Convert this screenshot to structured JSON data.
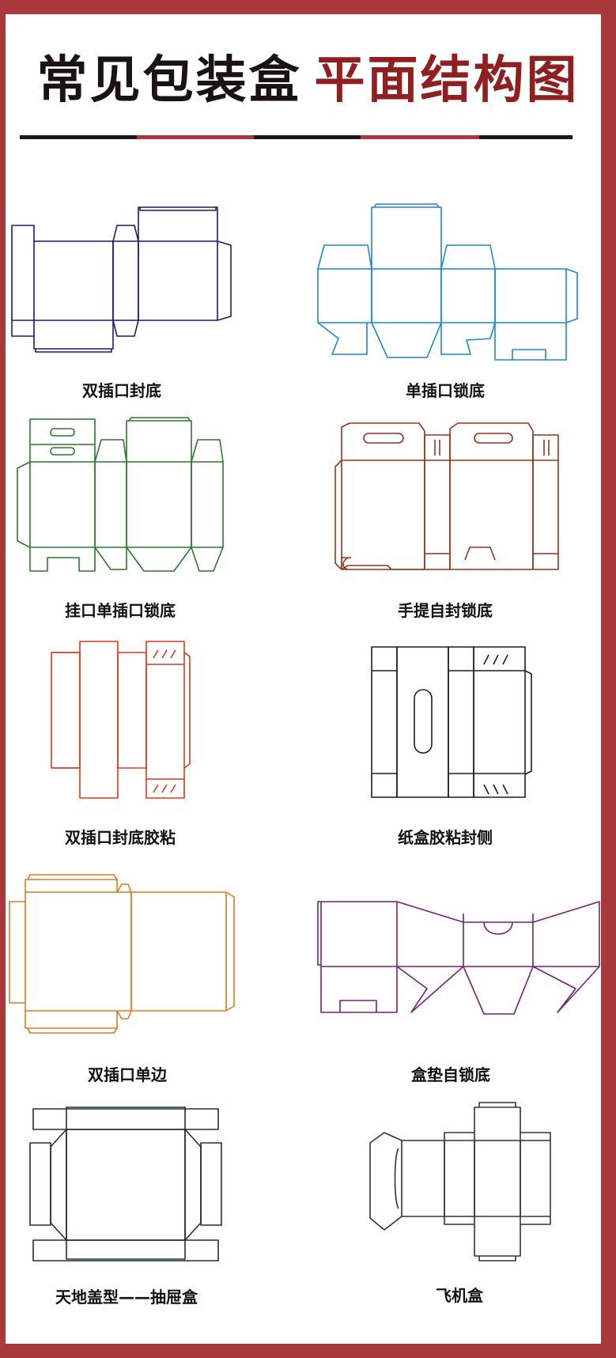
{
  "header": {
    "title_part1": "常见包装盒",
    "title_part2": "平面结构图"
  },
  "colors": {
    "frame": "#a8383a",
    "title_dark": "#1a1214",
    "title_red": "#8e2022",
    "box1": "#1f1a66",
    "box2": "#1f86d1",
    "box3": "#2a7a2a",
    "box4": "#9a3318",
    "box5": "#d23c22",
    "box6": "#1e1e1e",
    "box7": "#e07a1c",
    "box8": "#7a1f78",
    "box9": "#1f3320",
    "box10": "#333333"
  },
  "boxes": [
    {
      "label": "双插口封底"
    },
    {
      "label": "单插口锁底"
    },
    {
      "label": "挂口单插口锁底"
    },
    {
      "label": "手提自封锁底"
    },
    {
      "label": "双插口封底胶粘"
    },
    {
      "label": "纸盒胶粘封侧"
    },
    {
      "label": "双插口单边"
    },
    {
      "label": "盒垫自锁底"
    },
    {
      "label": "天地盖型——抽屉盒"
    },
    {
      "label": "飞机盒"
    }
  ]
}
